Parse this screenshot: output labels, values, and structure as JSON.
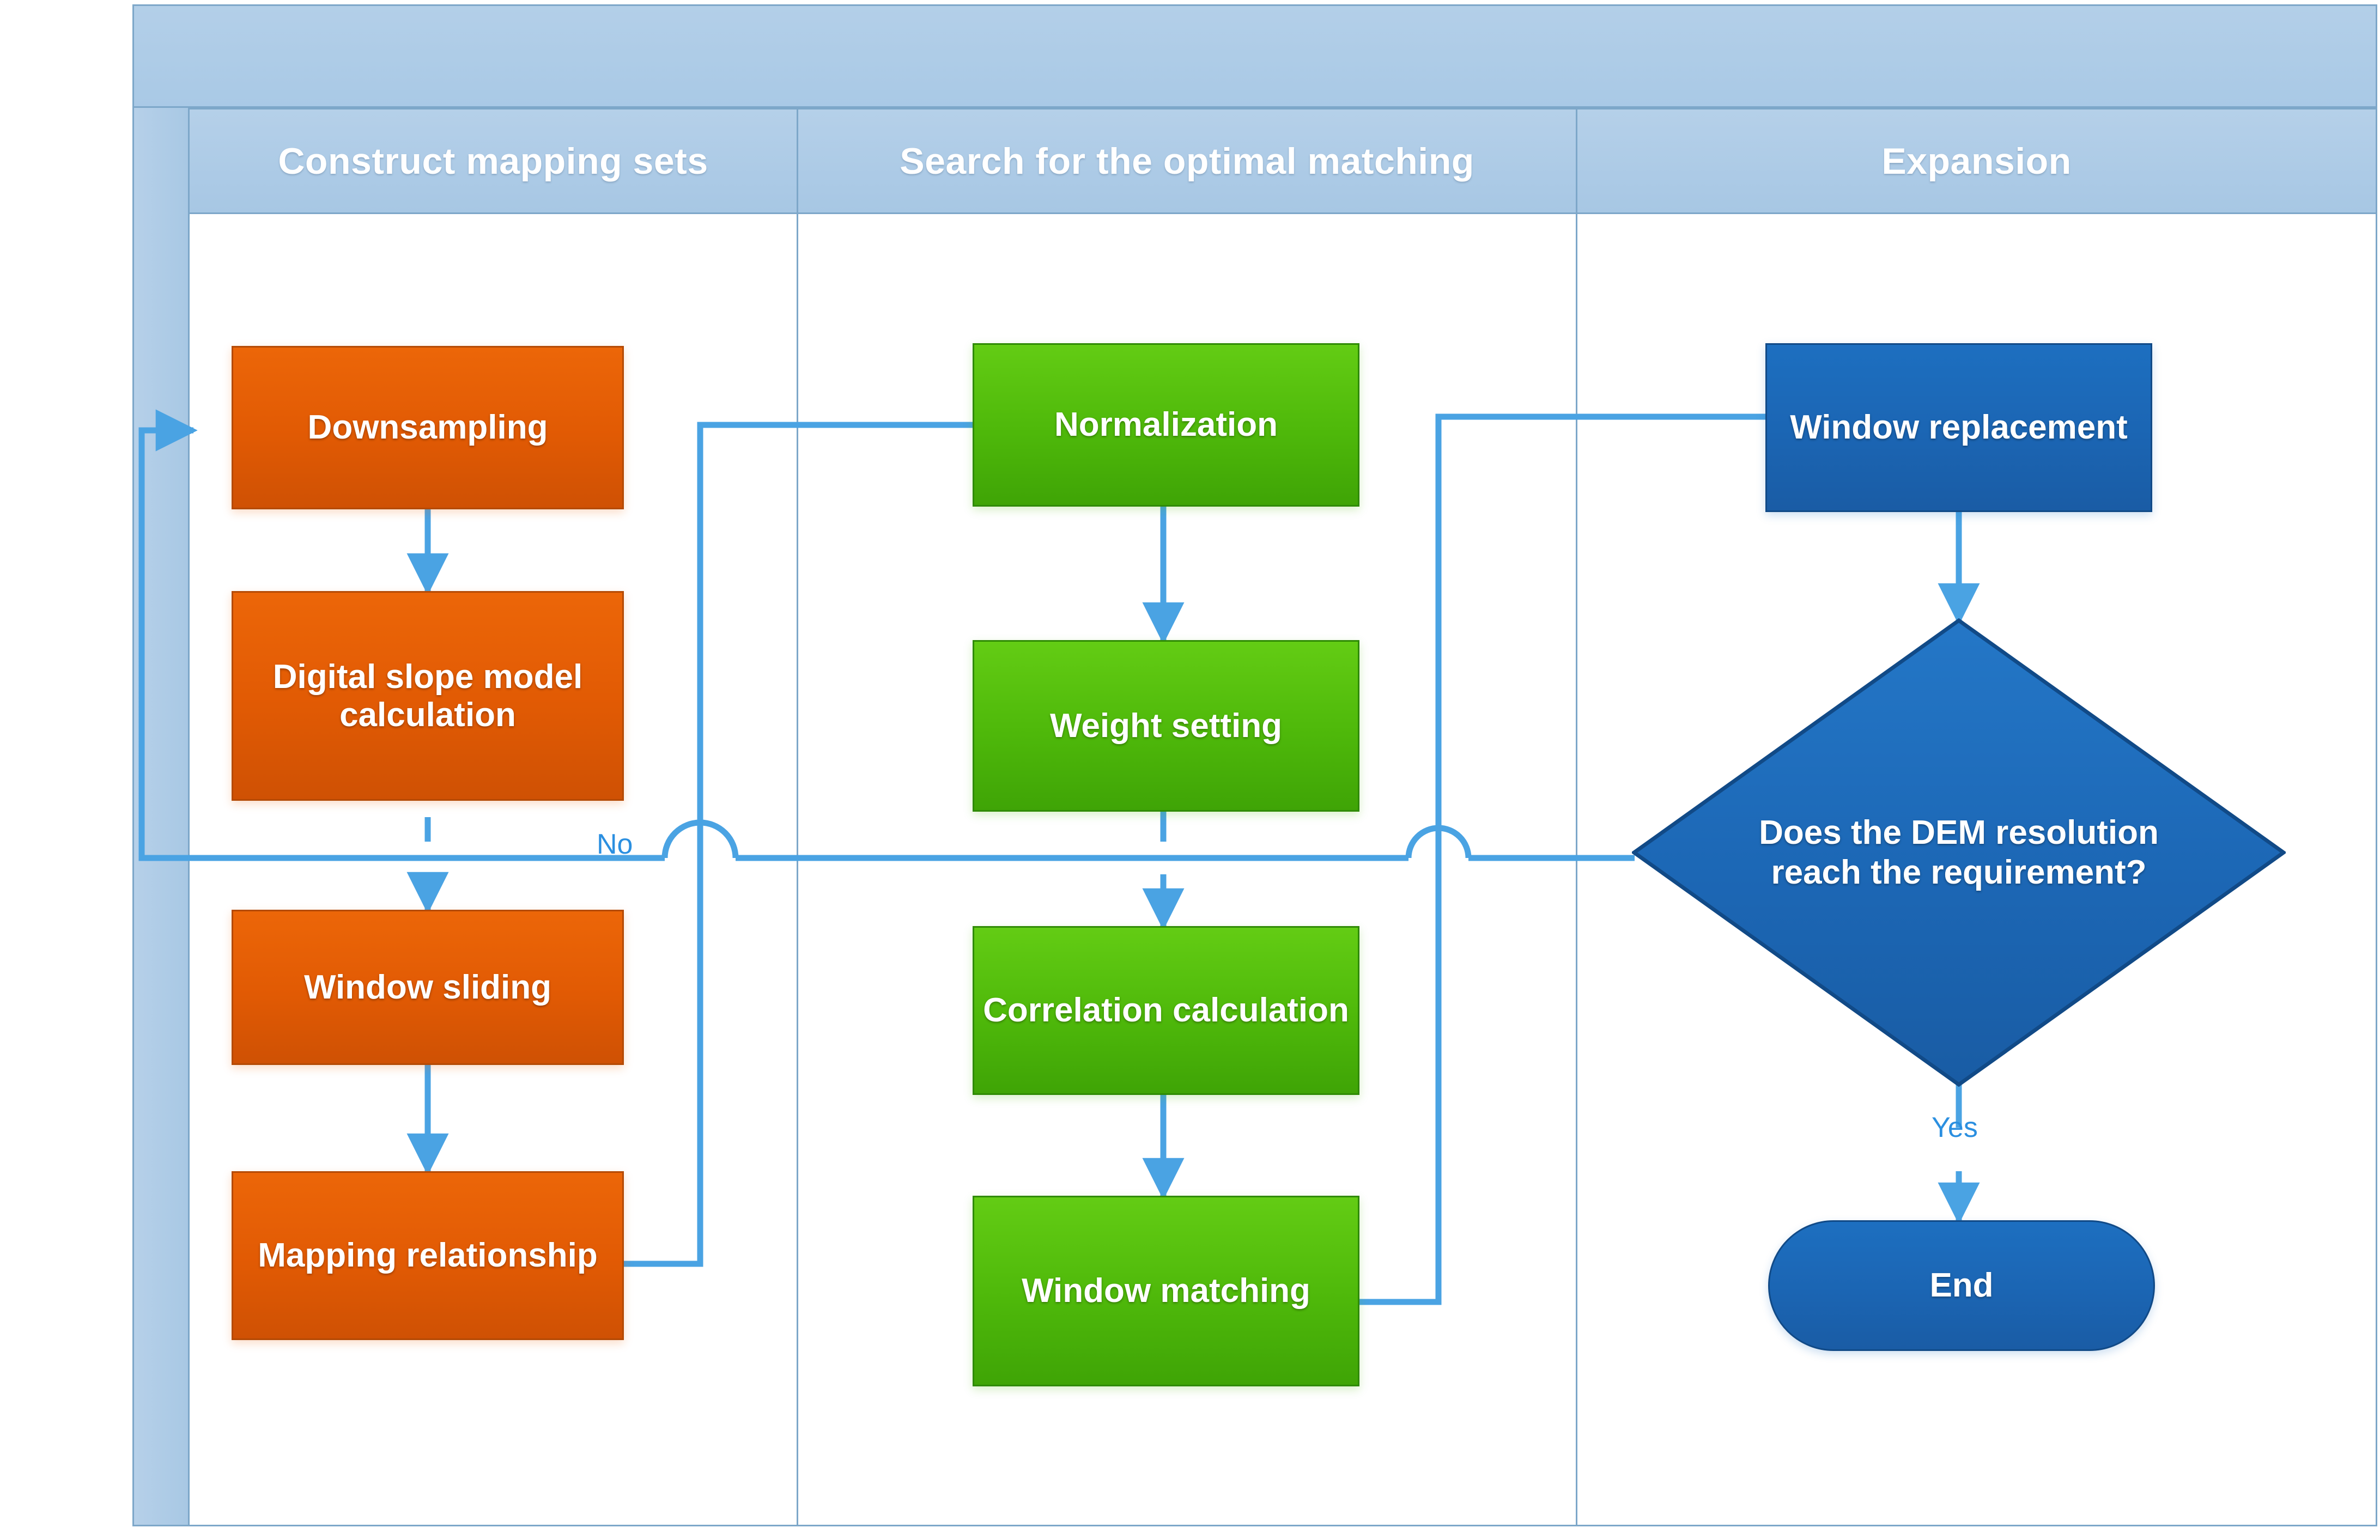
{
  "diagram": {
    "type": "flowchart",
    "title_bar": "",
    "lanes": [
      {
        "id": "lane-construct",
        "header": "Construct mapping sets",
        "accent": "#e15a04"
      },
      {
        "id": "lane-search",
        "header": "Search for the optimal matching",
        "accent": "#4eb80a"
      },
      {
        "id": "lane-expansion",
        "header": "Expansion",
        "accent": "#1b65b3"
      }
    ],
    "nodes": [
      {
        "id": "downsampling",
        "lane": "lane-construct",
        "shape": "process",
        "label": "Downsampling"
      },
      {
        "id": "slope-model",
        "lane": "lane-construct",
        "shape": "process",
        "label": "Digital slope model calculation"
      },
      {
        "id": "window-sliding",
        "lane": "lane-construct",
        "shape": "process",
        "label": "Window sliding"
      },
      {
        "id": "mapping-rel",
        "lane": "lane-construct",
        "shape": "process",
        "label": "Mapping relationship"
      },
      {
        "id": "normalization",
        "lane": "lane-search",
        "shape": "process",
        "label": "Normalization"
      },
      {
        "id": "weight-setting",
        "lane": "lane-search",
        "shape": "process",
        "label": "Weight setting"
      },
      {
        "id": "correlation",
        "lane": "lane-search",
        "shape": "process",
        "label": "Correlation calculation"
      },
      {
        "id": "window-match",
        "lane": "lane-search",
        "shape": "process",
        "label": "Window matching"
      },
      {
        "id": "window-replace",
        "lane": "lane-expansion",
        "shape": "process",
        "label": "Window replacement"
      },
      {
        "id": "dem-decision",
        "lane": "lane-expansion",
        "shape": "decision",
        "label": "Does the DEM resolution reach the requirement?"
      },
      {
        "id": "end",
        "lane": "lane-expansion",
        "shape": "terminator",
        "label": "End"
      }
    ],
    "edges": [
      {
        "from": "downsampling",
        "to": "slope-model",
        "label": ""
      },
      {
        "from": "slope-model",
        "to": "window-sliding",
        "label": ""
      },
      {
        "from": "window-sliding",
        "to": "mapping-rel",
        "label": ""
      },
      {
        "from": "mapping-rel",
        "to": "normalization",
        "label": ""
      },
      {
        "from": "normalization",
        "to": "weight-setting",
        "label": ""
      },
      {
        "from": "weight-setting",
        "to": "correlation",
        "label": ""
      },
      {
        "from": "correlation",
        "to": "window-match",
        "label": ""
      },
      {
        "from": "window-match",
        "to": "window-replace",
        "label": ""
      },
      {
        "from": "window-replace",
        "to": "dem-decision",
        "label": ""
      },
      {
        "from": "dem-decision",
        "to": "end",
        "label": "Yes"
      },
      {
        "from": "dem-decision",
        "to": "downsampling",
        "label": "No"
      }
    ],
    "edge_labels": {
      "no": "No",
      "yes": "Yes"
    },
    "colors": {
      "lane_header_fill": "#aec9e5",
      "lane_border": "#7da7c9",
      "process_orange": "#e15a04",
      "process_green": "#4eb80a",
      "process_blue": "#1b65b3",
      "connector": "#4aa3e3",
      "canvas": "#ffffff",
      "node_text": "#ffffff"
    }
  }
}
